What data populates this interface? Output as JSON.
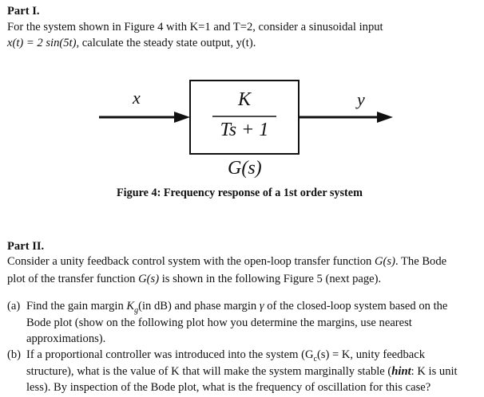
{
  "part1": {
    "heading": "Part I.",
    "line1": "For the system shown in Figure 4 with K=1 and T=2, consider a sinusoidal input",
    "line2_math": "x(t) = 2 sin(5t),",
    "line2_rest": " calculate the steady state output, y(t)."
  },
  "figure": {
    "input_label": "x",
    "output_label": "y",
    "numerator": "K",
    "denominator": "Ts + 1",
    "transfer_label": "G(s)",
    "caption": "Figure 4: Frequency response of a 1st order system"
  },
  "part2": {
    "heading": "Part II.",
    "line1_a": "Consider a unity feedback control system with the open-loop transfer function ",
    "line1_math": "G(s)",
    "line1_b": ". The Bode",
    "line2_a": "plot of the transfer function ",
    "line2_math": "G(s)",
    "line2_b": " is shown in the following Figure 5 (next page)."
  },
  "item_a": {
    "marker": "(a)",
    "line1_a": "Find the gain margin ",
    "line1_math": "K",
    "line1_sub": "g",
    "line1_b": "(in dB) and phase margin ",
    "line1_gamma": "γ",
    "line1_c": " of the closed-loop system based on the",
    "line2": "Bode plot (show on the following plot how you determine the margins, use nearest",
    "line3": "approximations)."
  },
  "item_b": {
    "marker": "(b)",
    "line1": "If a proportional controller was introduced into the system (G",
    "line1_sub": "c",
    "line1_b": "(s) = K, unity feedback",
    "line2_a": "structure), what is the value of K that will make the system marginally stable (",
    "line2_hint": "hint",
    "line2_b": ": K is unit",
    "line3": "less). By inspection of the Bode plot, what is the frequency of oscillation for this case?"
  }
}
